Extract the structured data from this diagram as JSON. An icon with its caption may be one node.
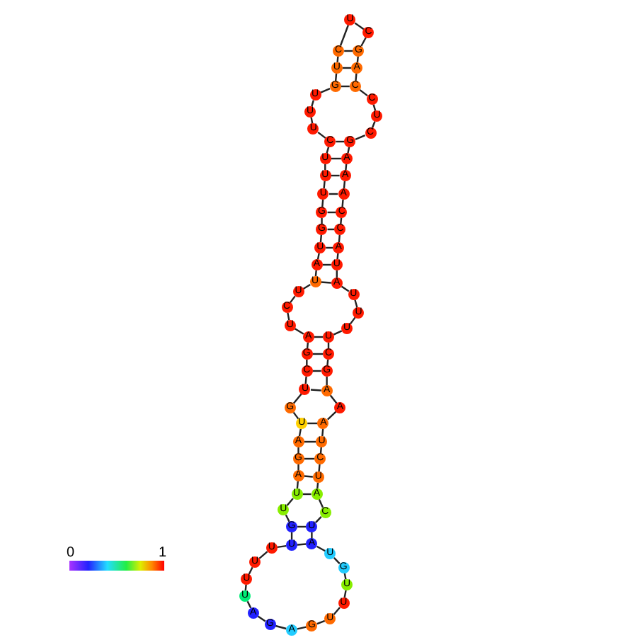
{
  "diagram": {
    "nodes": [
      {
        "text": [
          "U"
        ]
      },
      {
        "text": [
          "G"
        ]
      },
      {
        "text": [
          "U"
        ]
      },
      {
        "text": [
          "U"
        ]
      },
      {
        "text": [
          "A"
        ]
      },
      {
        "text": [
          "G"
        ]
      },
      {
        "text": [
          "A"
        ]
      },
      {
        "text": [
          "U"
        ]
      },
      {
        "text": [
          "G"
        ]
      },
      {
        "text": [
          "U"
        ]
      },
      {
        "text": [
          "C"
        ]
      },
      {
        "text": [
          "G"
        ]
      },
      {
        "text": [
          "A"
        ]
      },
      {
        "text": [
          "U"
        ]
      },
      {
        "text": [
          "C"
        ]
      },
      {
        "text": [
          "U"
        ]
      },
      {
        "text": [
          "U"
        ]
      },
      {
        "text": [
          "A"
        ]
      },
      {
        "text": [
          "U"
        ]
      },
      {
        "text": [
          "G"
        ]
      },
      {
        "text": [
          "G"
        ]
      },
      {
        "text": [
          "U"
        ]
      },
      {
        "text": [
          "U"
        ]
      },
      {
        "text": [
          "U"
        ]
      },
      {
        "text": [
          "C"
        ]
      },
      {
        "text": [
          "U"
        ]
      },
      {
        "text": [
          "U"
        ]
      },
      {
        "text": [
          "U"
        ]
      },
      {
        "text": [
          "G"
        ]
      },
      {
        "text": [
          "U"
        ]
      },
      {
        "text": [
          "C"
        ]
      },
      {
        "text": [
          "U"
        ]
      },
      {
        "text": [
          "C"
        ]
      },
      {
        "text": [
          "G"
        ]
      },
      {
        "text": [
          "A"
        ]
      },
      {
        "text": [
          "C"
        ]
      },
      {
        "text": [
          "C"
        ]
      },
      {
        "text": [
          "U"
        ]
      },
      {
        "text": [
          "C"
        ]
      },
      {
        "text": [
          "G"
        ]
      },
      {
        "text": [
          "A"
        ]
      },
      {
        "text": [
          "A"
        ]
      },
      {
        "text": [
          "A"
        ]
      },
      {
        "text": [
          "C"
        ]
      },
      {
        "text": [
          "C"
        ]
      },
      {
        "text": [
          "A"
        ]
      },
      {
        "text": [
          "U"
        ]
      },
      {
        "text": [
          "A"
        ]
      },
      {
        "text": [
          "U"
        ]
      },
      {
        "text": [
          "U"
        ]
      },
      {
        "text": [
          "U"
        ]
      },
      {
        "text": [
          "U"
        ]
      },
      {
        "text": [
          "C"
        ]
      },
      {
        "text": [
          "G"
        ]
      },
      {
        "text": [
          "A"
        ]
      },
      {
        "text": [
          "A"
        ]
      },
      {
        "text": [
          "A"
        ]
      },
      {
        "text": [
          "U"
        ]
      },
      {
        "text": [
          "C"
        ]
      },
      {
        "text": [
          "U"
        ]
      },
      {
        "text": [
          "A"
        ]
      },
      {
        "text": [
          "C"
        ]
      },
      {
        "text": [
          "U"
        ]
      },
      {
        "text": [
          "A"
        ]
      },
      {
        "text": [
          "U"
        ]
      },
      {
        "text": [
          "G"
        ]
      },
      {
        "text": [
          "U"
        ]
      },
      {
        "text": [
          "U"
        ]
      },
      {
        "text": [
          "U"
        ]
      },
      {
        "text": [
          "G"
        ]
      },
      {
        "text": [
          "A"
        ]
      },
      {
        "text": [
          "G"
        ]
      },
      {
        "text": [
          "A"
        ]
      },
      {
        "text": [
          "U"
        ]
      },
      {
        "text": [
          "U"
        ]
      },
      {
        "text": [
          "U"
        ]
      },
      {
        "text": [
          "U"
        ]
      }
    ],
    "edges": [
      {
        "from": 0,
        "to": 1,
        "arrow": "none"
      },
      {
        "from": 1,
        "to": 2,
        "arrow": "none"
      },
      {
        "from": 2,
        "to": 3,
        "arrow": "none"
      },
      {
        "from": 3,
        "to": 4,
        "arrow": "none"
      },
      {
        "from": 4,
        "to": 5,
        "arrow": "none"
      },
      {
        "from": 5,
        "to": 6,
        "arrow": "none"
      },
      {
        "from": 6,
        "to": 7,
        "arrow": "none"
      },
      {
        "from": 7,
        "to": 8,
        "arrow": "none"
      },
      {
        "from": 8,
        "to": 9,
        "arrow": "none"
      },
      {
        "from": 9,
        "to": 10,
        "arrow": "none"
      },
      {
        "from": 10,
        "to": 11,
        "arrow": "none"
      },
      {
        "from": 11,
        "to": 12,
        "arrow": "none"
      },
      {
        "from": 12,
        "to": 13,
        "arrow": "none"
      },
      {
        "from": 13,
        "to": 14,
        "arrow": "none"
      },
      {
        "from": 14,
        "to": 15,
        "arrow": "none"
      },
      {
        "from": 15,
        "to": 16,
        "arrow": "none"
      },
      {
        "from": 16,
        "to": 17,
        "arrow": "none"
      },
      {
        "from": 17,
        "to": 18,
        "arrow": "none"
      },
      {
        "from": 18,
        "to": 19,
        "arrow": "none"
      },
      {
        "from": 19,
        "to": 20,
        "arrow": "none"
      },
      {
        "from": 20,
        "to": 21,
        "arrow": "none"
      },
      {
        "from": 21,
        "to": 22,
        "arrow": "none"
      },
      {
        "from": 22,
        "to": 23,
        "arrow": "none"
      },
      {
        "from": 23,
        "to": 24,
        "arrow": "none"
      },
      {
        "from": 24,
        "to": 25,
        "arrow": "none"
      },
      {
        "from": 25,
        "to": 26,
        "arrow": "none"
      },
      {
        "from": 26,
        "to": 27,
        "arrow": "none"
      },
      {
        "from": 27,
        "to": 28,
        "arrow": "none"
      },
      {
        "from": 28,
        "to": 29,
        "arrow": "none"
      },
      {
        "from": 29,
        "to": 30,
        "arrow": "none"
      },
      {
        "from": 30,
        "to": 31,
        "arrow": "none"
      },
      {
        "from": 31,
        "to": 32,
        "arrow": "none"
      },
      {
        "from": 32,
        "to": 33,
        "arrow": "none"
      },
      {
        "from": 33,
        "to": 34,
        "arrow": "none"
      },
      {
        "from": 34,
        "to": 35,
        "arrow": "none"
      },
      {
        "from": 35,
        "to": 36,
        "arrow": "none"
      },
      {
        "from": 36,
        "to": 37,
        "arrow": "none"
      },
      {
        "from": 37,
        "to": 38,
        "arrow": "none"
      },
      {
        "from": 38,
        "to": 39,
        "arrow": "none"
      },
      {
        "from": 39,
        "to": 40,
        "arrow": "none"
      },
      {
        "from": 40,
        "to": 41,
        "arrow": "none"
      },
      {
        "from": 41,
        "to": 42,
        "arrow": "none"
      },
      {
        "from": 42,
        "to": 43,
        "arrow": "none"
      },
      {
        "from": 43,
        "to": 44,
        "arrow": "none"
      },
      {
        "from": 44,
        "to": 45,
        "arrow": "none"
      },
      {
        "from": 45,
        "to": 46,
        "arrow": "none"
      },
      {
        "from": 46,
        "to": 47,
        "arrow": "none"
      },
      {
        "from": 47,
        "to": 48,
        "arrow": "none"
      },
      {
        "from": 48,
        "to": 49,
        "arrow": "none"
      },
      {
        "from": 49,
        "to": 50,
        "arrow": "none"
      },
      {
        "from": 50,
        "to": 51,
        "arrow": "none"
      },
      {
        "from": 51,
        "to": 52,
        "arrow": "none"
      },
      {
        "from": 52,
        "to": 53,
        "arrow": "none"
      },
      {
        "from": 53,
        "to": 54,
        "arrow": "none"
      },
      {
        "from": 54,
        "to": 55,
        "arrow": "none"
      },
      {
        "from": 55,
        "to": 56,
        "arrow": "none"
      },
      {
        "from": 56,
        "to": 57,
        "arrow": "none"
      },
      {
        "from": 57,
        "to": 58,
        "arrow": "none"
      },
      {
        "from": 58,
        "to": 59,
        "arrow": "none"
      },
      {
        "from": 59,
        "to": 60,
        "arrow": "none"
      },
      {
        "from": 60,
        "to": 61,
        "arrow": "none"
      },
      {
        "from": 61,
        "to": 62,
        "arrow": "none"
      },
      {
        "from": 62,
        "to": 63,
        "arrow": "none"
      },
      {
        "from": 63,
        "to": 64,
        "arrow": "none"
      },
      {
        "from": 64,
        "to": 65,
        "arrow": "none"
      },
      {
        "from": 65,
        "to": 66,
        "arrow": "none"
      },
      {
        "from": 66,
        "to": 67,
        "arrow": "none"
      },
      {
        "from": 67,
        "to": 68,
        "arrow": "none"
      },
      {
        "from": 68,
        "to": 69,
        "arrow": "none"
      },
      {
        "from": 69,
        "to": 70,
        "arrow": "none"
      },
      {
        "from": 70,
        "to": 71,
        "arrow": "none"
      },
      {
        "from": 71,
        "to": 72,
        "arrow": "none"
      },
      {
        "from": 72,
        "to": 73,
        "arrow": "none"
      },
      {
        "from": 73,
        "to": 74,
        "arrow": "none"
      },
      {
        "from": 74,
        "to": 75,
        "arrow": "none"
      },
      {
        "from": 75,
        "to": 76,
        "arrow": "none"
      },
      {
        "from": 76,
        "to": 0,
        "arrow": "none"
      },
      {
        "from": 0,
        "to": 63,
        "arrow": "none"
      },
      {
        "from": 1,
        "to": 62,
        "arrow": "none"
      },
      {
        "from": 3,
        "to": 60,
        "arrow": "none"
      },
      {
        "from": 4,
        "to": 59,
        "arrow": "none"
      },
      {
        "from": 5,
        "to": 58,
        "arrow": "none"
      },
      {
        "from": 6,
        "to": 57,
        "arrow": "none"
      },
      {
        "from": 7,
        "to": 56,
        "arrow": "none"
      },
      {
        "from": 9,
        "to": 54,
        "arrow": "none"
      },
      {
        "from": 10,
        "to": 53,
        "arrow": "none"
      },
      {
        "from": 11,
        "to": 52,
        "arrow": "none"
      },
      {
        "from": 12,
        "to": 51,
        "arrow": "none"
      },
      {
        "from": 16,
        "to": 47,
        "arrow": "none"
      },
      {
        "from": 17,
        "to": 46,
        "arrow": "none"
      },
      {
        "from": 18,
        "to": 45,
        "arrow": "none"
      },
      {
        "from": 19,
        "to": 44,
        "arrow": "none"
      },
      {
        "from": 20,
        "to": 43,
        "arrow": "none"
      },
      {
        "from": 21,
        "to": 42,
        "arrow": "none"
      },
      {
        "from": 22,
        "to": 41,
        "arrow": "none"
      },
      {
        "from": 23,
        "to": 40,
        "arrow": "none"
      },
      {
        "from": 24,
        "to": 39,
        "arrow": "none"
      },
      {
        "from": 28,
        "to": 35,
        "arrow": "none"
      },
      {
        "from": 29,
        "to": 34,
        "arrow": "none"
      },
      {
        "from": 30,
        "to": 33,
        "arrow": "none"
      }
    ],
    "labels": [
      "0",
      "1"
    ]
  }
}
